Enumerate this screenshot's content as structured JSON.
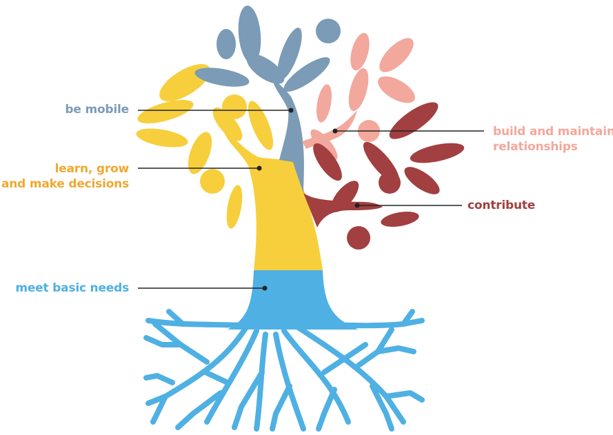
{
  "colors": {
    "mobile": "#7b9bb6",
    "relationships": "#f2a89c",
    "learn": "#f7cf3d",
    "label_learn": "#f0a830",
    "contribute": "#a23f41",
    "basic_needs": "#4fb0e3",
    "leader_line": "#222222"
  },
  "labels": {
    "be_mobile": "be mobile",
    "learn_line1": "learn, grow",
    "learn_line2": "and make decisions",
    "meet_basic_needs": "meet basic needs",
    "relationships_line1": "build and maintain",
    "relationships_line2": "relationships",
    "contribute": "contribute"
  }
}
